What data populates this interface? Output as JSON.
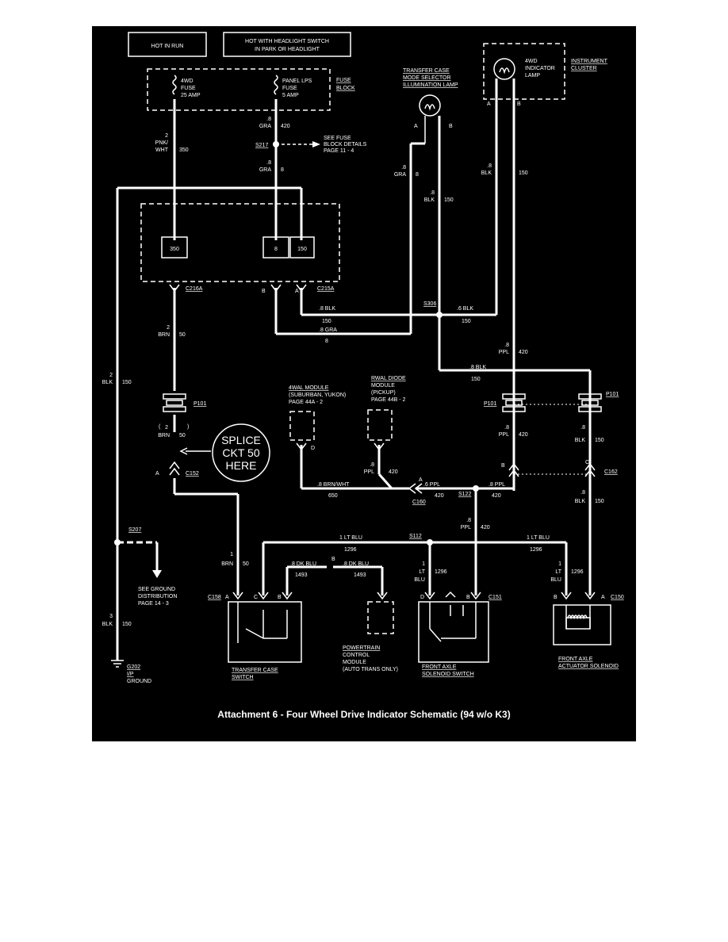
{
  "header": {
    "hot_in_run": "HOT IN RUN",
    "hot_headlight_1": "HOT WITH HEADLIGHT SWITCH",
    "hot_headlight_2": "IN PARK OR HEADLIGHT"
  },
  "fuse_block": {
    "label_1": "FUSE",
    "label_2": "BLOCK",
    "fuse_4wd_1": "4WD",
    "fuse_4wd_2": "FUSE",
    "fuse_4wd_3": "25 AMP",
    "fuse_panel_1": "PANEL LPS",
    "fuse_panel_2": "FUSE",
    "fuse_panel_3": "5 AMP"
  },
  "illum_lamp": {
    "title_1": "TRANSFER CASE",
    "title_2": "MODE SELECTOR",
    "title_3": "ILLUMINATION LAMP",
    "pin_a": "A",
    "pin_b": "B"
  },
  "cluster": {
    "lamp_1": "4WD",
    "lamp_2": "INDICATOR",
    "lamp_3": "LAMP",
    "title_1": "INSTRUMENT",
    "title_2": "CLUSTER",
    "pin_a": "A",
    "pin_b": "B"
  },
  "wires": {
    "w350_gauge": "2",
    "w350_color_1": "PNK/",
    "w350_color_2": "WHT",
    "w350_ckt": "350",
    "w8_top_gauge": ".8",
    "w8_top_color": "GRA",
    "w8_top_ckt": "420",
    "s217": "S217",
    "see_fuse_1": "SEE FUSE",
    "see_fuse_2": "BLOCK DETAILS",
    "see_fuse_3": "PAGE 11 - 4",
    "w8_mid_gauge": ".8",
    "w8_mid_color": "GRA",
    "w8_mid_ckt": "8",
    "illum_a_gauge": ".8",
    "illum_a_color": "GRA",
    "illum_a_ckt": "8",
    "illum_b_gauge": ".8",
    "illum_b_color": "BLK",
    "illum_b_ckt": "150",
    "cl_a_gauge": ".8",
    "cl_a_color": "BLK",
    "cl_a_ckt": "150",
    "left_gauge": "2",
    "left_color": "BLK",
    "left_ckt": "150",
    "w50_gauge": "2",
    "w50_color": "BRN",
    "w50_ckt": "50",
    "s306": "S306",
    "s306_l_wire": ".8 BLK",
    "s306_l_ckt": "150",
    "s306_r_wire": ".6 BLK",
    "s306_r_ckt": "150",
    "gra_low_wire": ".8 GRA",
    "gra_low_ckt": "8",
    "ppl_gauge": ".8",
    "ppl_color": "PPL",
    "ppl_ckt": "420",
    "blk_low_wire": ".8 BLK",
    "blk_low_ckt": "150",
    "p101_ppl_gauge": ".8",
    "p101_ppl_color": "PPL",
    "p101_ppl_ckt": "420",
    "p101_blk_gauge": ".8",
    "p101_blk_color": "BLK",
    "p101_blk_ckt": "150",
    "brn50_gauge": "2",
    "brn50_color": "BRN",
    "brn50_ckt": "50",
    "rwal_ppl": "PPL",
    "rwal_gauge": ".8",
    "rwal_ckt": "420",
    "brnwht_wire": ".8 BRN/WHT",
    "brnwht_ckt": "650",
    "c160_ppl": ".6 PPL",
    "c160_ckt": "420",
    "s122_ppl": ".8 PPL",
    "s122_ckt": "420",
    "c162_blk_gauge": ".8",
    "c162_blk_color": "BLK",
    "c162_blk_ckt": "150",
    "s122_down_gauge": ".8",
    "s122_down_color": "PPL",
    "s122_down_ckt": "420",
    "ltblu_l_wire": "1 LT BLU",
    "ltblu_l_ckt": "1296",
    "ltblu_r_wire": "1 LT BLU",
    "ltblu_r_ckt": "1296",
    "s112": "S112",
    "brn1_gauge": "1",
    "brn1_color": "BRN",
    "brn1_ckt": "50",
    "dkblu_l_wire": ".8 DK BLU",
    "dkblu_l_ckt": "1493",
    "dkblu_r_wire": ".8 DK BLU",
    "dkblu_r_ckt": "1493",
    "c160_pin": "B",
    "lt_a_gauge": "1",
    "lt_a_color_1": "LT",
    "lt_a_color_2": "BLU",
    "lt_a_ckt": "1296",
    "lt_b_gauge": "1",
    "lt_b_color_1": "LT",
    "lt_b_color_2": "BLU",
    "lt_b_ckt": "1296",
    "w3_gauge": "3",
    "w3_color": "BLK",
    "w3_ckt": "150"
  },
  "connectors": {
    "c216a": "C216A",
    "c215a": "C215A",
    "c215a_b": "B",
    "c215a_a": "A",
    "p101_left": "P101",
    "p101_mid": "P101",
    "p101_right": "P101",
    "c152": "C152",
    "c152_pin": "A",
    "c160": "C160",
    "c160_pin_a": "A",
    "c162": "C162",
    "c162_pin_c": "C",
    "c162_pin_b": "B",
    "c150_low": "C150",
    "c158": "C158",
    "c151": "C151",
    "c150": "C150",
    "s207": "S207",
    "s122": "S122",
    "g202_1": "G202",
    "g202_2": "I/P",
    "g202_3": "GROUND"
  },
  "modules": {
    "m350": "350",
    "m8": "8",
    "m150": "150",
    "fourwal_1": "4WAL MODULE",
    "fourwal_2": "(SUBURBAN, YUKON)",
    "fourwal_3": "PAGE 44A - 2",
    "fourwal_pin": "D",
    "rwal_1": "RWAL DIODE",
    "rwal_2": "MODULE",
    "rwal_3": "(PICKUP)",
    "rwal_4": "PAGE 44B - 2"
  },
  "splice_note": {
    "line1": "SPLICE",
    "line2": "CKT 50",
    "line3": "HERE"
  },
  "ground": {
    "see_1": "SEE GROUND",
    "see_2": "DISTRIBUTION",
    "see_3": "PAGE 14 - 3"
  },
  "bottom": {
    "tcs_pin_a": "A",
    "tcs_pin_c": "C",
    "tcs_pin_b": "B",
    "tcs_1": "TRANSFER CASE",
    "tcs_2": "SWITCH",
    "pcm_1": "POWERTRAIN",
    "pcm_2": "CONTROL",
    "pcm_3": "MODULE",
    "pcm_4": "(AUTO TRANS ONLY)",
    "fas_pin_d": "D",
    "fas_pin_b": "B",
    "fas_1": "FRONT AXLE",
    "fas_2": "SOLENOID SWITCH",
    "act_pin_b": "B",
    "act_pin_a": "A",
    "act_1": "FRONT AXLE",
    "act_2": "ACTUATOR SOLENOID"
  },
  "caption": "Attachment 6 - Four Wheel Drive Indicator Schematic (94 w/o K3)"
}
